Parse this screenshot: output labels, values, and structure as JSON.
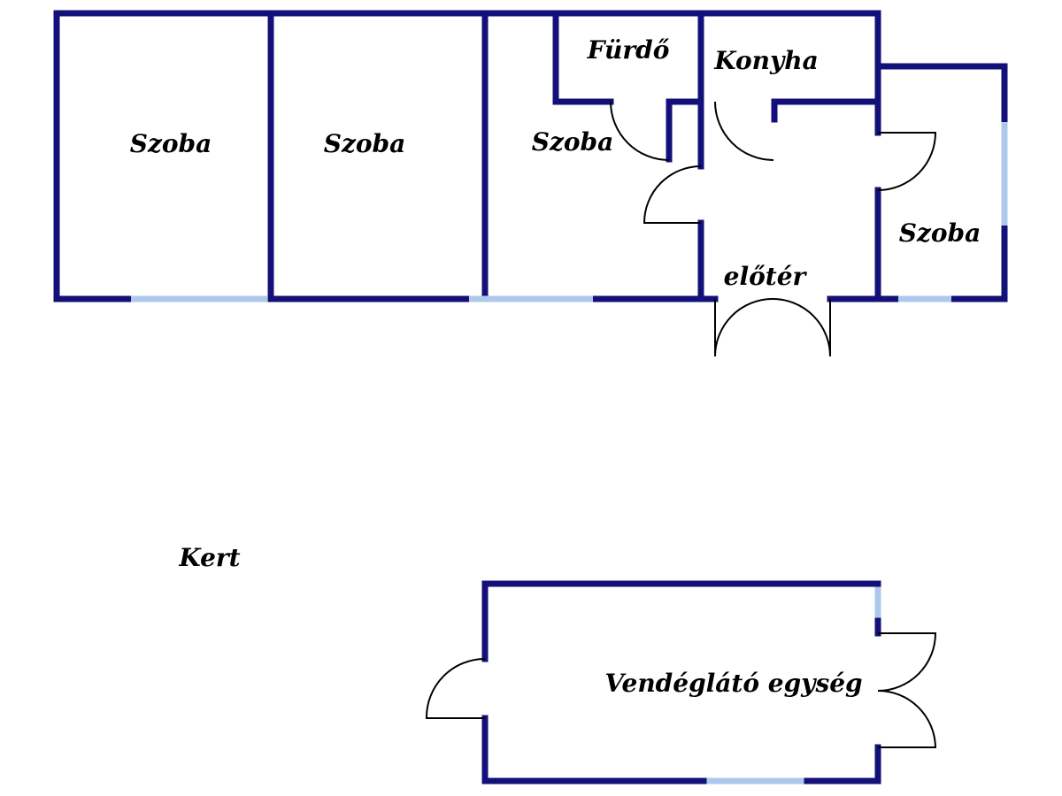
{
  "rooms": {
    "szoba_1": "Szoba",
    "szoba_2": "Szoba",
    "szoba_3": "Szoba",
    "furdo": "Fürdő",
    "konyha": "Konyha",
    "szoba_4": "Szoba",
    "eloter": "előtér",
    "kert": "Kert",
    "vendeglato": "Vendéglátó egység"
  },
  "colors": {
    "wall": "#14107a",
    "window": "#aec8ec",
    "door": "#000000",
    "background": "#ffffff"
  }
}
